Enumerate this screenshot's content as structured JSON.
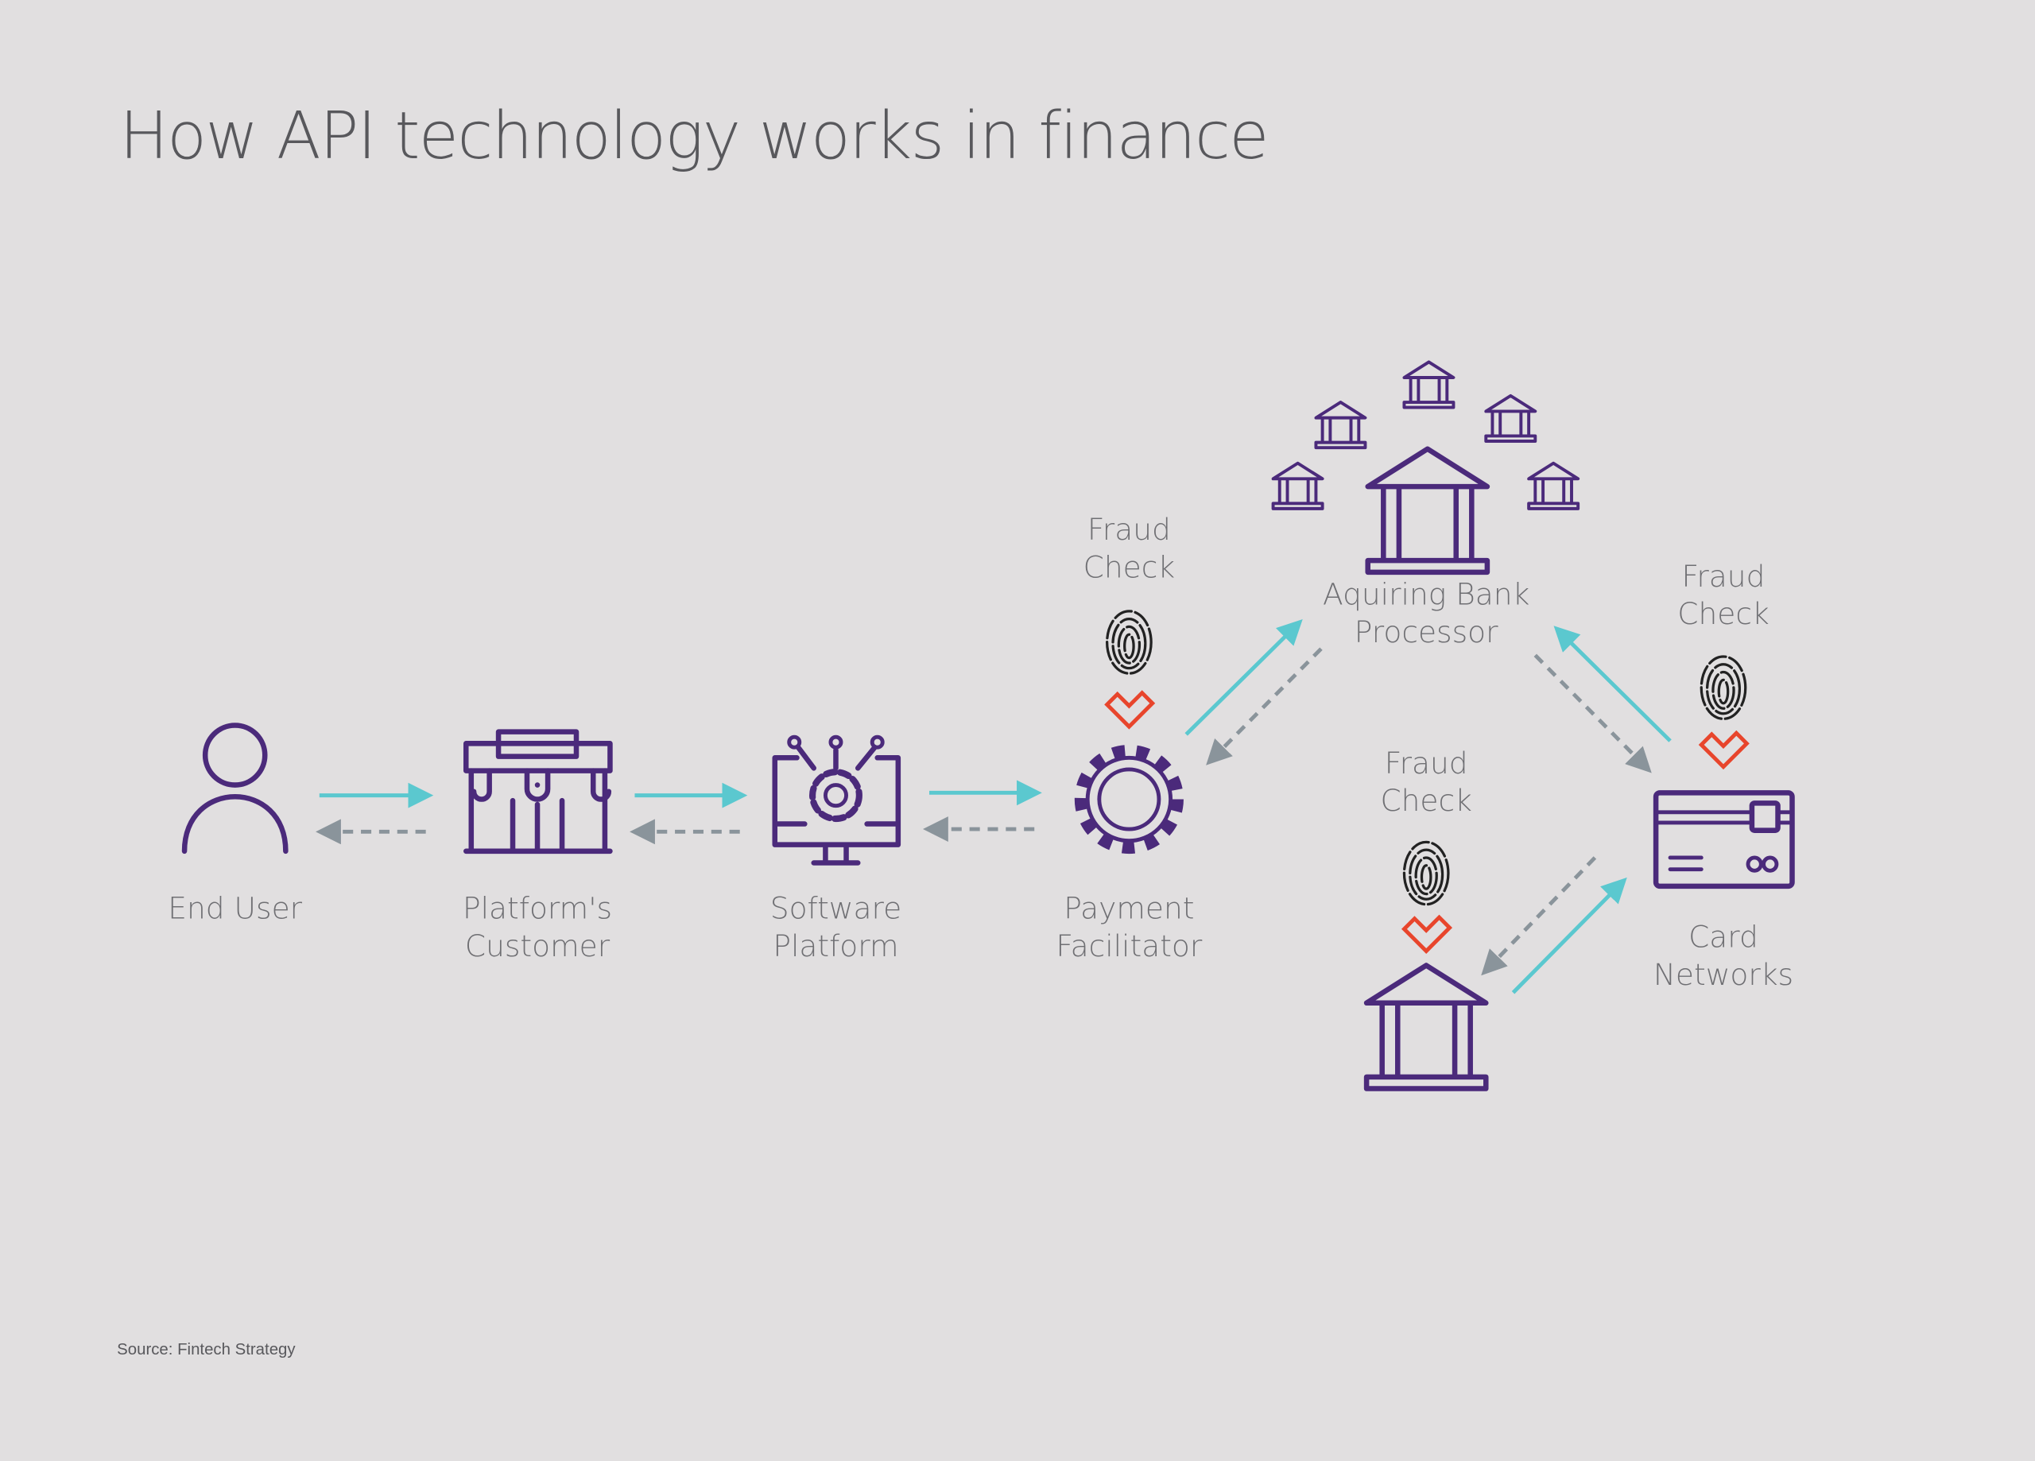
{
  "title": "How API technology works in finance",
  "source": "Source: Fintech Strategy",
  "nodes": {
    "end_user": {
      "line1": "End User"
    },
    "platforms_customer": {
      "line1": "Platform's",
      "line2": "Customer"
    },
    "software_platform": {
      "line1": "Software",
      "line2": "Platform"
    },
    "payment_facilitator": {
      "line1": "Payment",
      "line2": "Facilitator"
    },
    "acquiring_bank": {
      "line1": "Aquiring Bank",
      "line2": "Processor"
    },
    "card_networks": {
      "line1": "Card",
      "line2": "Networks"
    }
  },
  "fraud_check": {
    "line1": "Fraud",
    "line2": "Check"
  },
  "colors": {
    "background": "#e1dfe0",
    "icon_purple": "#4b2a7b",
    "request_arrow": "#5bc8cf",
    "response_arrow": "#8a949b",
    "check_red": "#e8452c"
  }
}
